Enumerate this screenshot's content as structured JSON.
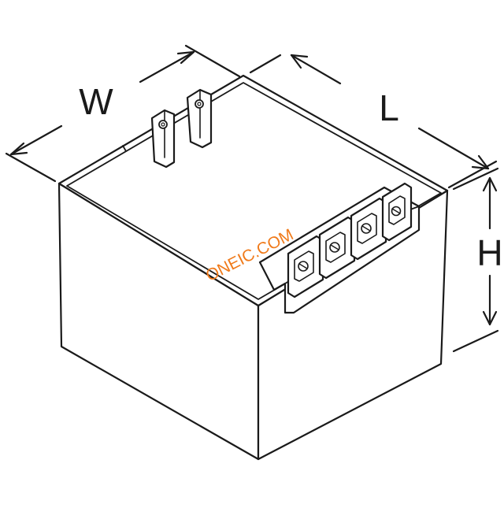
{
  "diagram": {
    "dimensions": {
      "width_label": "W",
      "length_label": "L",
      "height_label": "H"
    },
    "watermark": "ONEIC.COM",
    "colors": {
      "line": "#1a1a1a",
      "fill": "#ffffff",
      "watermark": "#f07a1a"
    }
  }
}
